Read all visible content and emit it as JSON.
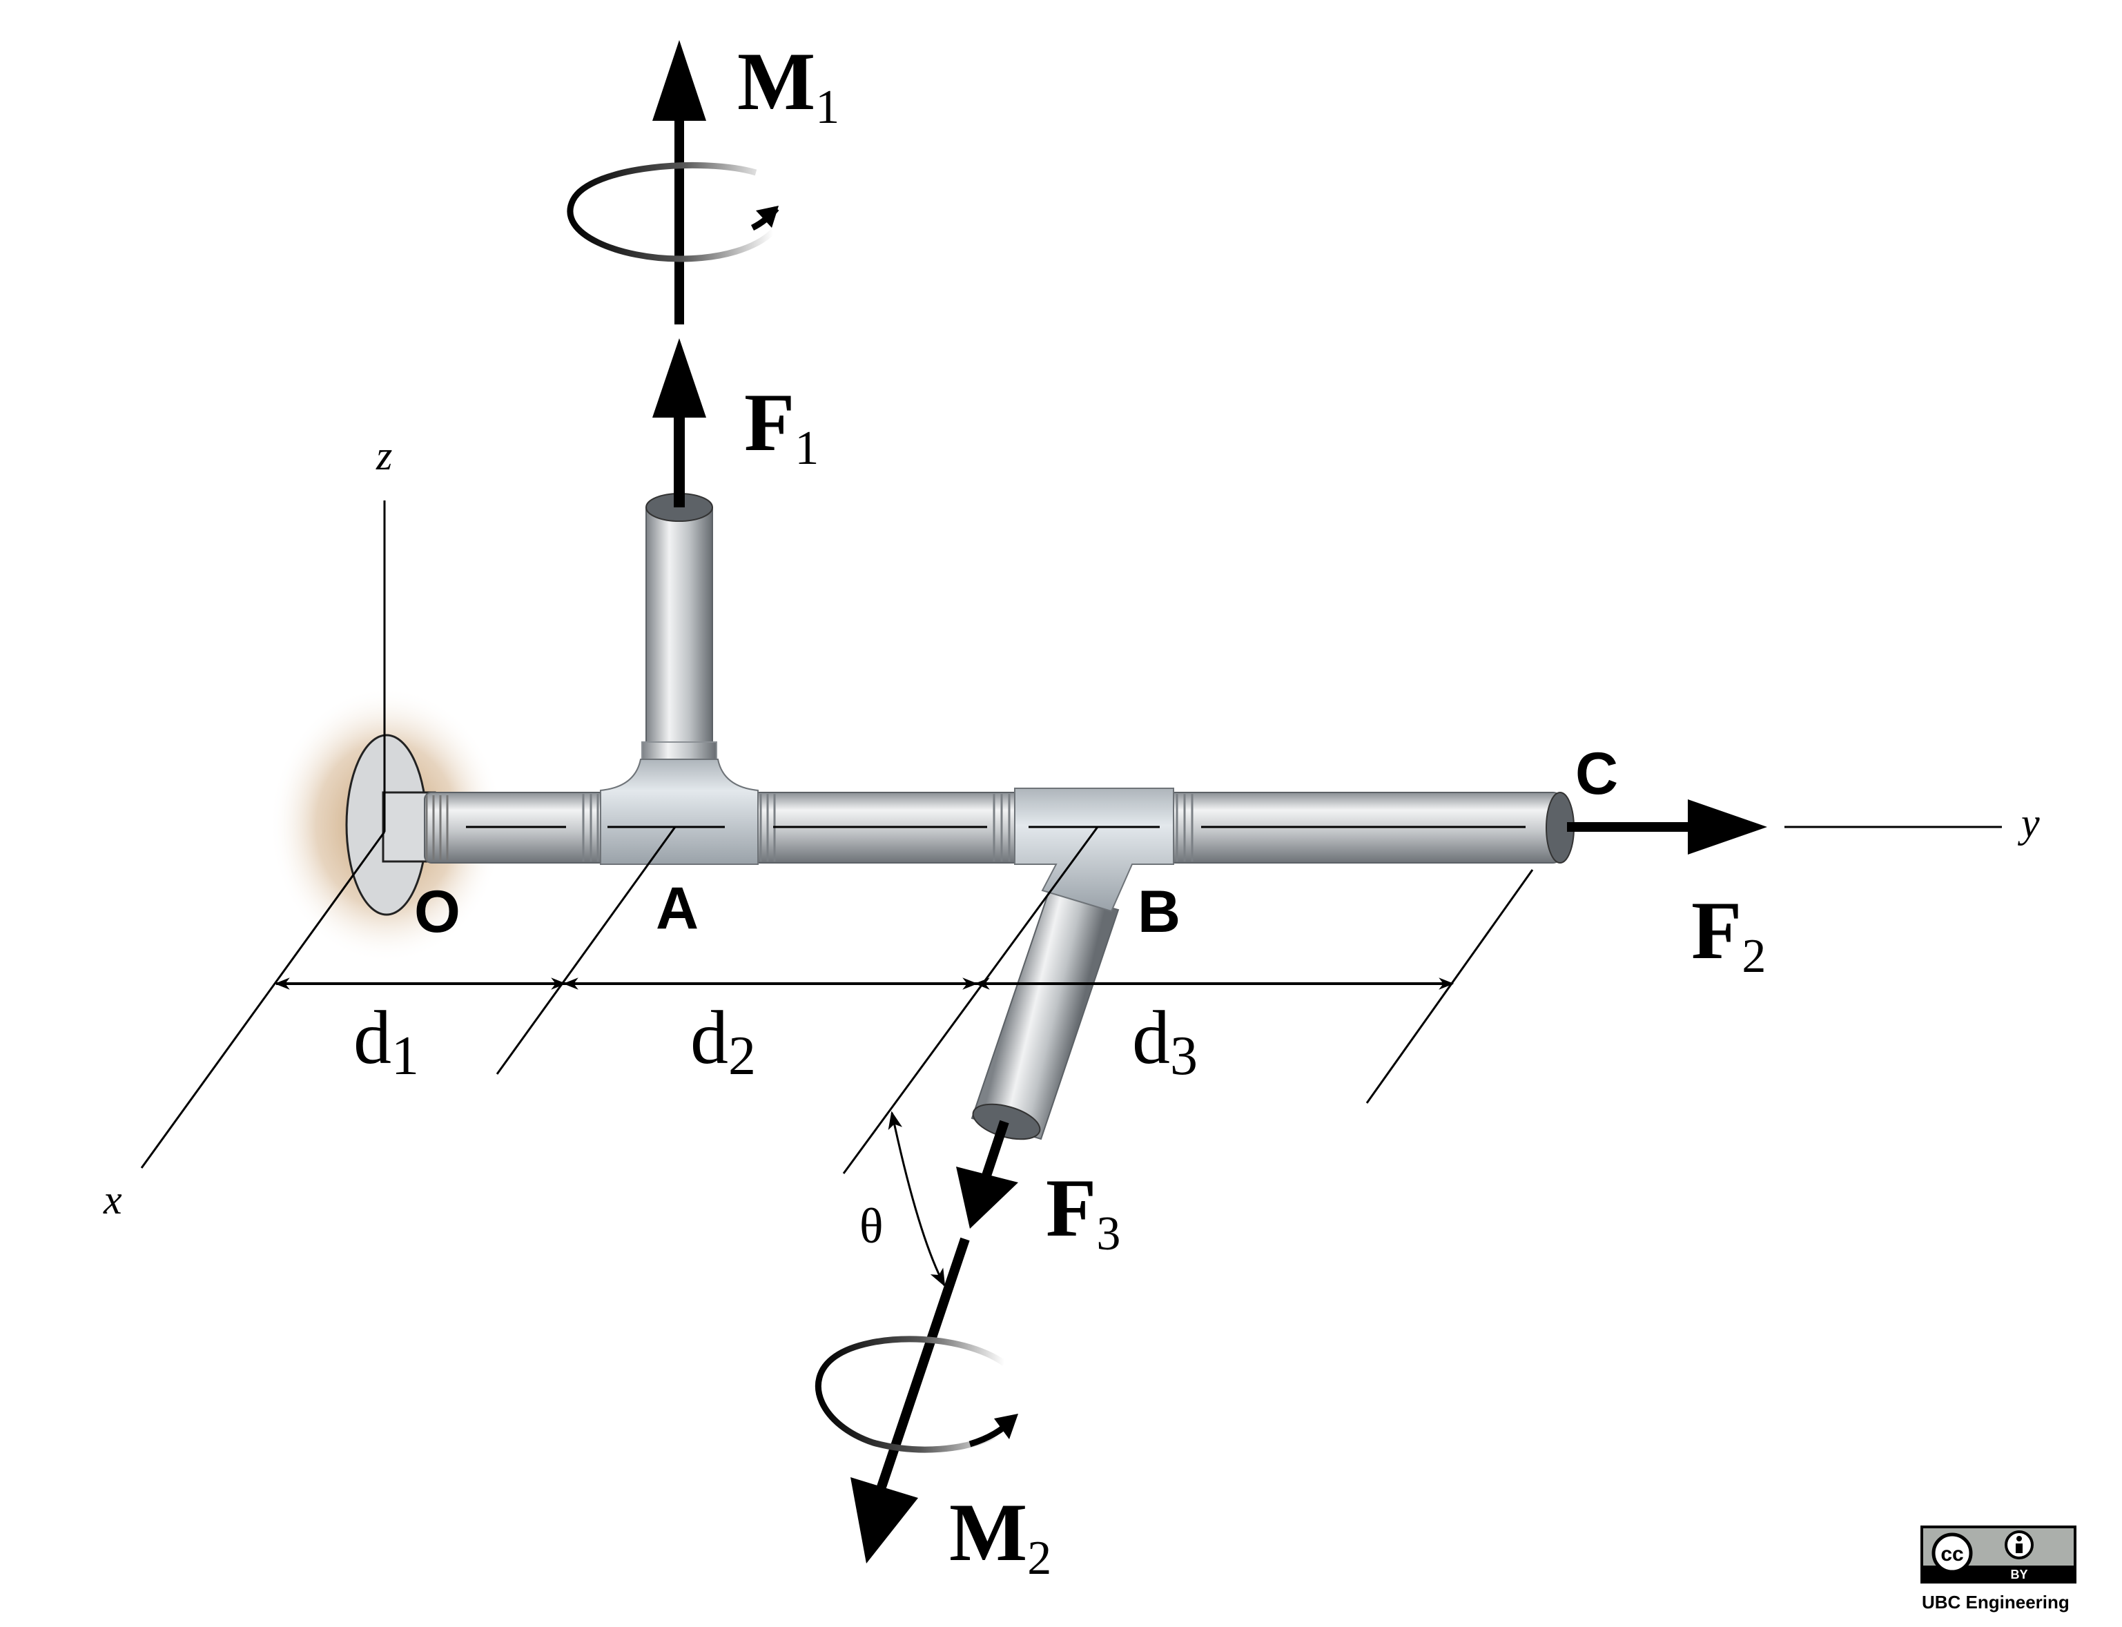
{
  "axes": {
    "x": "x",
    "y": "y",
    "z": "z"
  },
  "points": {
    "O": "O",
    "A": "A",
    "B": "B",
    "C": "C"
  },
  "forces": {
    "F1": {
      "main": "F",
      "sub": "1"
    },
    "F2": {
      "main": "F",
      "sub": "2"
    },
    "F3": {
      "main": "F",
      "sub": "3"
    }
  },
  "moments": {
    "M1": {
      "main": "M",
      "sub": "1"
    },
    "M2": {
      "main": "M",
      "sub": "2"
    }
  },
  "dimensions": {
    "d1": {
      "main": "d",
      "sub": "1"
    },
    "d2": {
      "main": "d",
      "sub": "2"
    },
    "d3": {
      "main": "d",
      "sub": "3"
    }
  },
  "angle": "θ",
  "license": {
    "cc": "cc",
    "by": "BY",
    "credit": "UBC Engineering"
  },
  "colors": {
    "pipe": "#c7cacd",
    "pipe_dark": "#6e7378",
    "arrow": "#000000",
    "wall_glow": "#b8894f"
  }
}
